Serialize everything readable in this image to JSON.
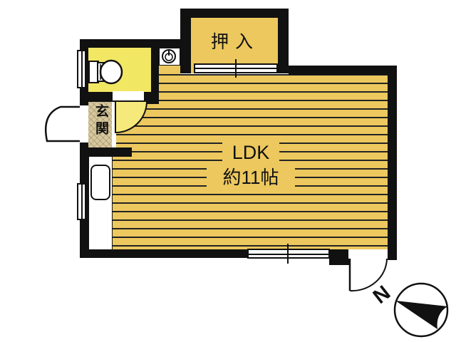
{
  "floorplan": {
    "rooms": {
      "ldk": {
        "label": "LDK",
        "size": "約11帖"
      },
      "closet": {
        "label": "押入"
      },
      "entrance": {
        "label": "玄関"
      }
    },
    "compass": {
      "north": "N"
    },
    "colors": {
      "wall": "#111111",
      "floor_wood": "#ecc85e",
      "toilet_room": "#f2e763",
      "door_swing": "#f4e97a",
      "entrance_floor": "#d8c89e",
      "fixture": "#ffffff"
    },
    "icons": {
      "toilet": "toilet-icon",
      "water_heater": "water-heater-icon",
      "kitchen_sink": "kitchen-sink-icon",
      "compass": "compass-north-icon"
    }
  }
}
